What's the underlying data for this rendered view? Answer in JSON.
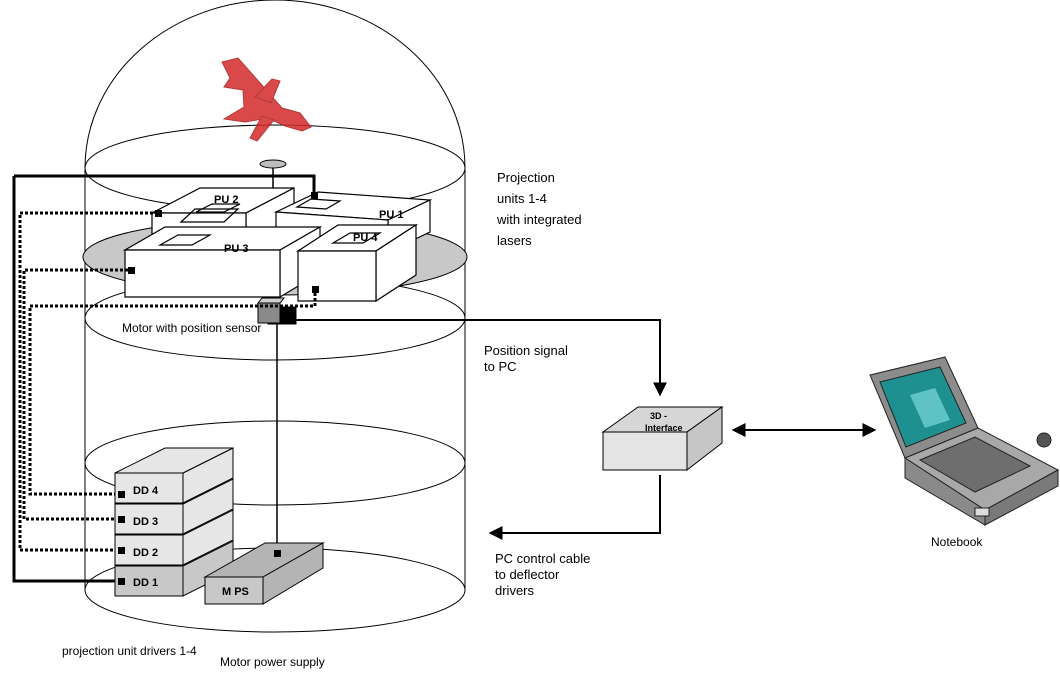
{
  "labels": {
    "projection_units": [
      "Projection",
      "units 1-4",
      "with integrated",
      "lasers"
    ],
    "motor_sensor": "Motor with position sensor",
    "position_signal": [
      "Position signal",
      "to PC"
    ],
    "pc_control": [
      "PC control cable",
      "to deflector",
      "drivers"
    ],
    "notebook": "Notebook",
    "pu_drivers": "projection unit drivers 1-4",
    "motor_power": "Motor power supply"
  },
  "units": {
    "pu1": "PU 1",
    "pu2": "PU 2",
    "pu3": "PU 3",
    "pu4": "PU 4",
    "dd1": "DD 1",
    "dd2": "DD 2",
    "dd3": "DD 3",
    "dd4": "DD 4",
    "mps": "M PS",
    "interface": [
      "3D -",
      "Interface"
    ]
  },
  "colors": {
    "airplane": "#d42a2a",
    "platform": "#c8c8c8",
    "dd_face": "#e6e6e6",
    "screen": "#1e9090",
    "laptop_body": "#9a9a9a"
  },
  "icons": {
    "airplane": "airplane-hologram-icon",
    "notebook": "notebook-computer-icon"
  }
}
